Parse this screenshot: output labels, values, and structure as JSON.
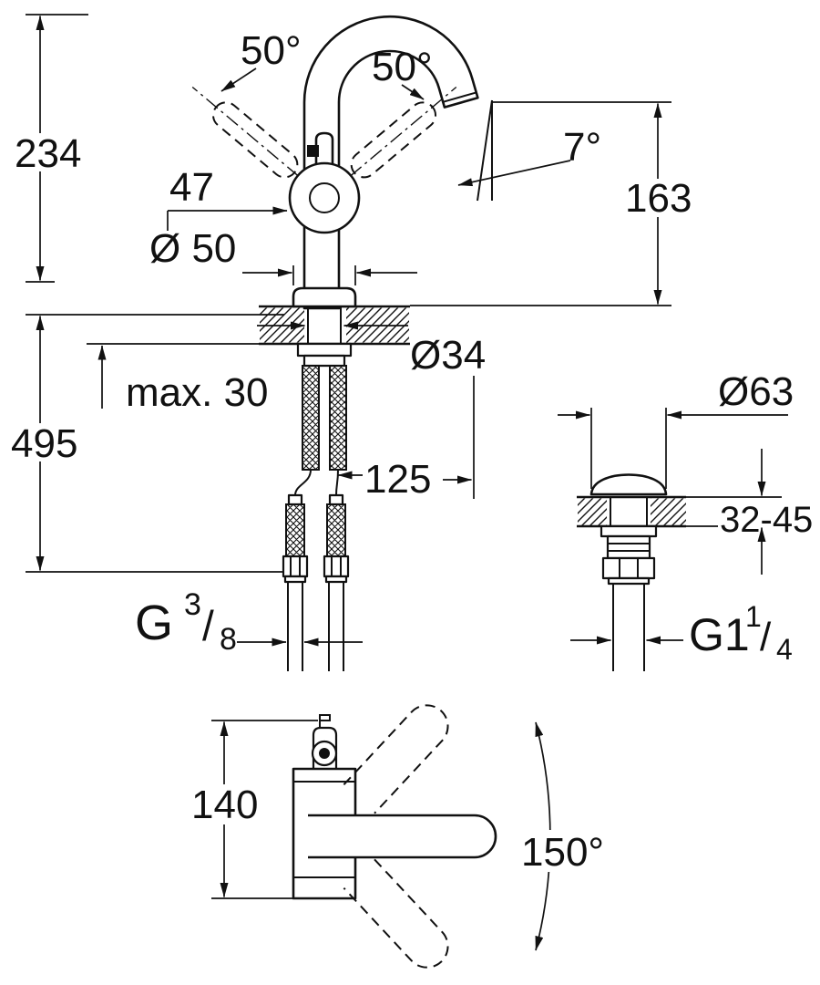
{
  "drawing": {
    "type": "faucet-technical-dimension-drawing",
    "background": "#ffffff",
    "line_color": "#111111"
  },
  "main_view": {
    "dim_height_upper": "234",
    "dim_height_total": "495",
    "dim_handle_length": "47",
    "dim_base_diameter": "Ø 50",
    "angle_handle_left": "50°",
    "angle_handle_right": "50°",
    "angle_spout": "7°",
    "dim_spout_height": "163",
    "dim_deck_thickness": "max. 30",
    "dim_hole_diameter": "Ø34",
    "dim_hose_length": "125",
    "thread": {
      "base": "G",
      "sup": "3",
      "slash": "/",
      "sub": "8"
    }
  },
  "drain_view": {
    "dim_flange_diameter": "Ø63",
    "dim_deck_range": "32-45",
    "thread": {
      "base": "G1",
      "sup": "1",
      "slash": "/",
      "sub": "4"
    }
  },
  "top_view": {
    "dim_body_height": "140",
    "angle_swivel": "150°"
  }
}
